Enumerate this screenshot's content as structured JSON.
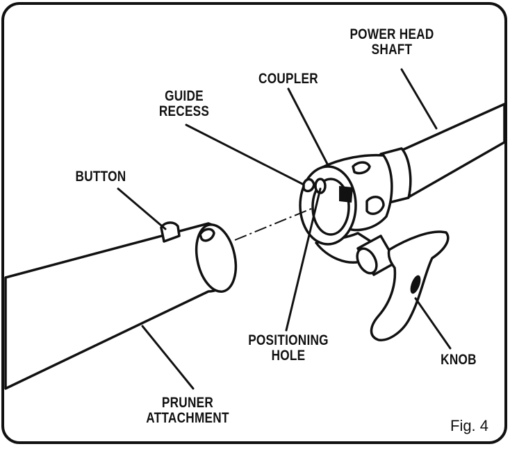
{
  "labels": {
    "power_head_shaft": [
      "POWER HEAD",
      "SHAFT"
    ],
    "coupler": "COUPLER",
    "guide_recess": [
      "GUIDE",
      "RECESS"
    ],
    "button": "BUTTON",
    "positioning_hole": [
      "POSITIONING",
      "HOLE"
    ],
    "knob": "KNOB",
    "pruner_attachment": [
      "PRUNER",
      "ATTACHMENT"
    ]
  },
  "figure_caption": "Fig. 4",
  "colors": {
    "ink": "#111111",
    "paper": "#ffffff"
  }
}
